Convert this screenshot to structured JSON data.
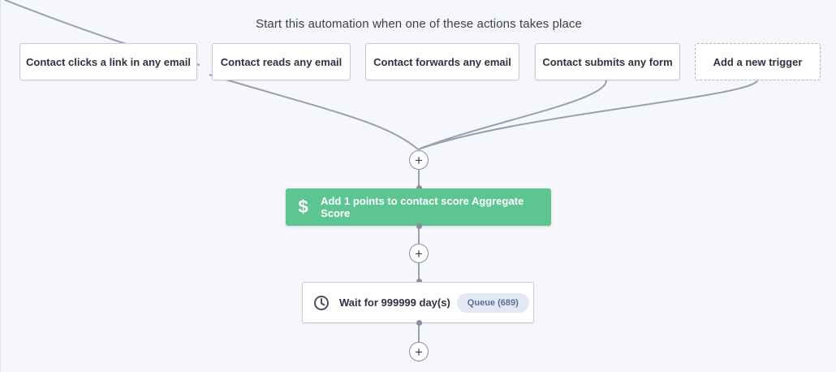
{
  "canvas": {
    "heading": "Start this automation when one of these actions takes place"
  },
  "triggers": [
    {
      "label": "Contact clicks a link in any email"
    },
    {
      "label": "Contact reads any email"
    },
    {
      "label": "Contact forwards any email"
    },
    {
      "label": "Contact submits any form"
    },
    {
      "label": "Add a new trigger"
    }
  ],
  "actions": {
    "score": {
      "icon": "dollar-icon",
      "label": "Add 1 points to contact score Aggregate Score",
      "color": "#5cc592"
    },
    "wait": {
      "icon": "clock-icon",
      "label": "Wait for 999999 day(s)",
      "queue_label": "Queue (689)"
    }
  },
  "add_step": {
    "symbol": "+",
    "icon": "plus-icon"
  },
  "colors": {
    "background": "#f6f7fc",
    "connector": "#9a9fae",
    "score_green": "#5cc592",
    "queue_badge_bg": "#e2e8f4",
    "queue_badge_text": "#5a6f9c"
  }
}
